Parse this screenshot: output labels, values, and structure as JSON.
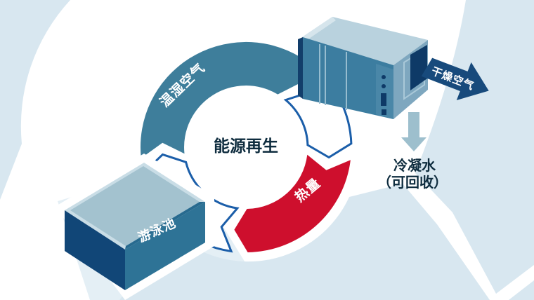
{
  "diagram": {
    "center_label": "能源再生",
    "cycle": {
      "direction": "clockwise",
      "segments": [
        {
          "id": "warm-humid-air",
          "label": "温湿空气",
          "color": "#3E7E9B"
        },
        {
          "id": "to-dehumidifier",
          "label": "",
          "color": "#FFFFFF"
        },
        {
          "id": "heat",
          "label": "热量",
          "color": "#CE0F2D"
        },
        {
          "id": "to-pool",
          "label": "",
          "color": "#FFFFFF"
        }
      ],
      "outline_color": "#1B5EA9"
    },
    "pool": {
      "label": "游泳池"
    },
    "dry_air_arrow": {
      "label": "干燥空气",
      "color": "#174A7C"
    },
    "condensate": {
      "line1": "冷凝水",
      "line2": "（可回收）",
      "arrow_color": "#9DBFCD"
    },
    "colors": {
      "background_blue": "#D8E7F0",
      "background_light": "#E4EFF5",
      "text_dark": "#0E2C3E",
      "machine_top": "#B9D2DE",
      "machine_front": "#3C7DA0",
      "machine_side": "#7EA7BF",
      "machine_screen": "#0E3A67",
      "pool_water": "#A3C2CF",
      "pool_front": "#2E7396",
      "pool_dark": "#114677"
    }
  }
}
